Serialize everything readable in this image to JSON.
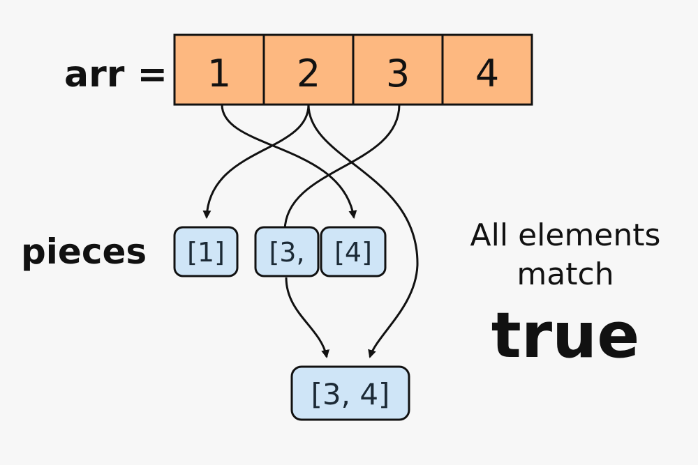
{
  "arr_label": "arr =",
  "arr_values": [
    "1",
    "2",
    "3",
    "4"
  ],
  "pieces_label": "pieces",
  "pieces": [
    "[1]",
    "[3,",
    "[4]"
  ],
  "result_piece": "[3, 4]",
  "note": {
    "line1": "All elements",
    "line2": "match",
    "result": "true"
  },
  "colors": {
    "arr_fill": "#fdb880",
    "piece_fill": "#cfe5f7",
    "stroke": "#111111"
  }
}
